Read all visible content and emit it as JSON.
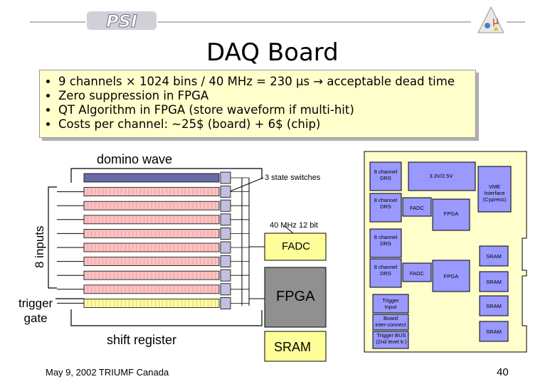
{
  "header": {
    "logo_left": "PSI",
    "logo_right": "PSI-logo-mark"
  },
  "title": "DAQ Board",
  "bullets": [
    "9 channels × 1024 bins / 40 MHz = 230 μs → acceptable dead time",
    "Zero suppression in FPGA",
    "QT Algorithm in FPGA (store waveform if multi-hit)",
    "Costs per channel: ~25$ (board) + 6$ (chip)"
  ],
  "diagram": {
    "domino_wave": "domino wave",
    "inputs": "8 inputs",
    "trigger_gate": "trigger\ngate",
    "shift_register": "shift register",
    "switches": "3 state switches",
    "clock": "40 MHz 12 bit",
    "fadc": "FADC",
    "fpga": "FPGA",
    "sram": "SRAM",
    "colors": {
      "red_cell": "#ffc0c0",
      "yellow_cell": "#ffff99",
      "fpga_gray": "#909090",
      "switch_blue": "#c0c0e0",
      "board_yellow": "#ffffcc",
      "chip_blue": "#9999ff"
    }
  },
  "board": {
    "drs1": "8 channel\nDRS",
    "drs2": "8 channel\nDRS",
    "drs3": "8 channel\nDRS",
    "drs4": "8 channel\nDRS",
    "power": "3.3V/2.5V",
    "vme": "VME\nInterface\n(Cypress)",
    "fadc1": "FADC",
    "fadc2": "FADC",
    "fpga1": "FPGA",
    "fpga2": "FPGA",
    "sram1": "SRAM",
    "sram2": "SRAM",
    "sram3": "SRAM",
    "sram4": "SRAM",
    "trigger_input": "Trigger\nInput",
    "board_interconnect": "Board\ninter-connect",
    "trigger_bus": "Trigger BUS\n(2nd level tr.)"
  },
  "footer": {
    "left": "May 9, 2002   TRIUMF Canada",
    "page": "40"
  }
}
